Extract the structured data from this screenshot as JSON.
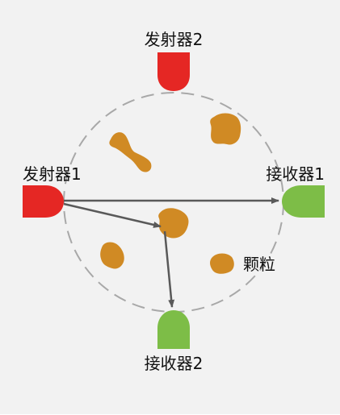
{
  "labels": {
    "emitter1": "发射器1",
    "emitter2": "发射器2",
    "receiver1": "接收器1",
    "receiver2": "接收器2",
    "particle": "颗粒"
  },
  "colors": {
    "background": "#f2f2f2",
    "emitter": "#e52724",
    "receiver": "#7dbd47",
    "particle": "#d08a24",
    "arrow": "#595959",
    "circle": "#a8a8a8"
  }
}
